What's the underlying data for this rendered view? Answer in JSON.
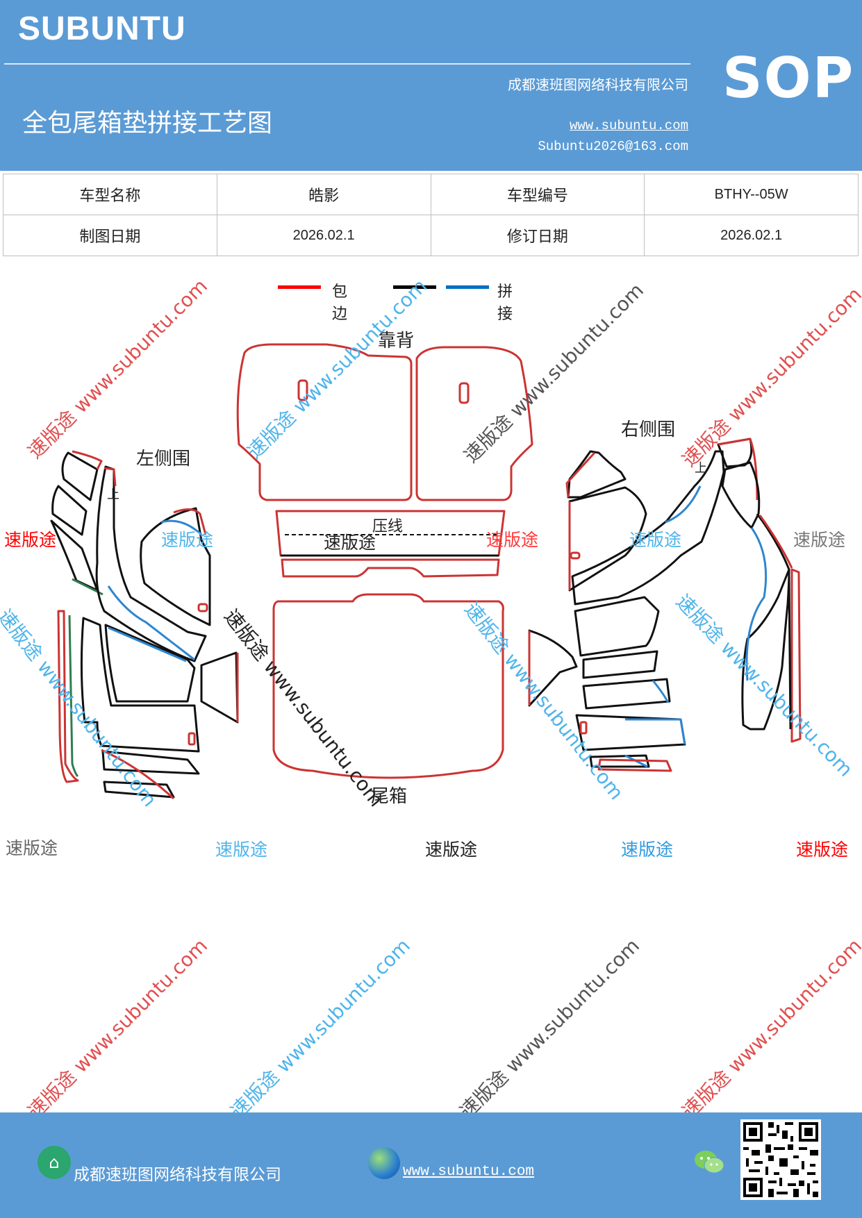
{
  "header": {
    "brand": "SUBUNTU",
    "doc_type": "SOP",
    "company": "成都速班图网络科技有限公司",
    "title": "全包尾箱垫拼接工艺图",
    "website": "www.subuntu.com",
    "email": "Subuntu2026@163.com"
  },
  "info_table": {
    "model_name_label": "车型名称",
    "model_name": "皓影",
    "model_code_label": "车型编号",
    "model_code": "BTHY--05W",
    "draw_date_label": "制图日期",
    "draw_date": "2026.02.1",
    "revise_date_label": "修订日期",
    "revise_date": "2026.02.1"
  },
  "legend": {
    "items": [
      {
        "label": "包边",
        "color": "#ff0000"
      },
      {
        "label": "",
        "color": "#000000"
      },
      {
        "label": "拼接",
        "color": "#0070c0"
      }
    ]
  },
  "diagram": {
    "backrest": "靠背",
    "left_side": "左侧围",
    "right_side": "右侧围",
    "press_line": "压线",
    "trunk": "尾箱",
    "up_mark": "上"
  },
  "watermarks": {
    "brand_cn": "速版途",
    "diagonal": "速版途 www.subuntu.com"
  },
  "footer": {
    "company": "成都速班图网络科技有限公司",
    "website": "www.subuntu.com"
  },
  "icons": [
    "building-icon",
    "globe-icon",
    "wechat-icon",
    "qr-code"
  ],
  "colors": {
    "header_bg": "#5b9bd5",
    "trim_red": "#cc3333",
    "splice_blue": "#2e86d0",
    "seam_green": "#2e7d4f"
  }
}
